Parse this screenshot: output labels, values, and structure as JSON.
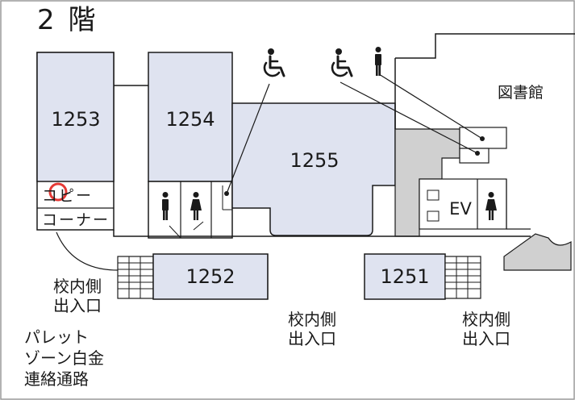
{
  "floor": {
    "title": "2 階"
  },
  "rooms": {
    "r1253": "1253",
    "r1254": "1254",
    "r1255": "1255",
    "r1252": "1252",
    "r1251": "1251"
  },
  "copy_corner": {
    "line1": "コピー",
    "line2": "コーナー"
  },
  "library": {
    "label": "図書館"
  },
  "elevator": {
    "label": "EV"
  },
  "exits": {
    "left": {
      "line1": "校内側",
      "line2": "出入口"
    },
    "center": {
      "line1": "校内側",
      "line2": "出入口"
    },
    "right": {
      "line1": "校内側",
      "line2": "出入口"
    }
  },
  "passage": {
    "line1": "パレット",
    "line2": "ゾーン白金",
    "line3": "連絡通路"
  },
  "icons": {
    "wheelchair": "wheelchair-icon",
    "restroom_male": "male-restroom-icon",
    "restroom_female": "female-restroom-icon",
    "location_marker": "location-marker-icon"
  },
  "colors": {
    "room_fill": "#dfe3f0",
    "gray_area": "#d0d0d0",
    "line": "#1a1a1a",
    "marker": "#e53935"
  }
}
